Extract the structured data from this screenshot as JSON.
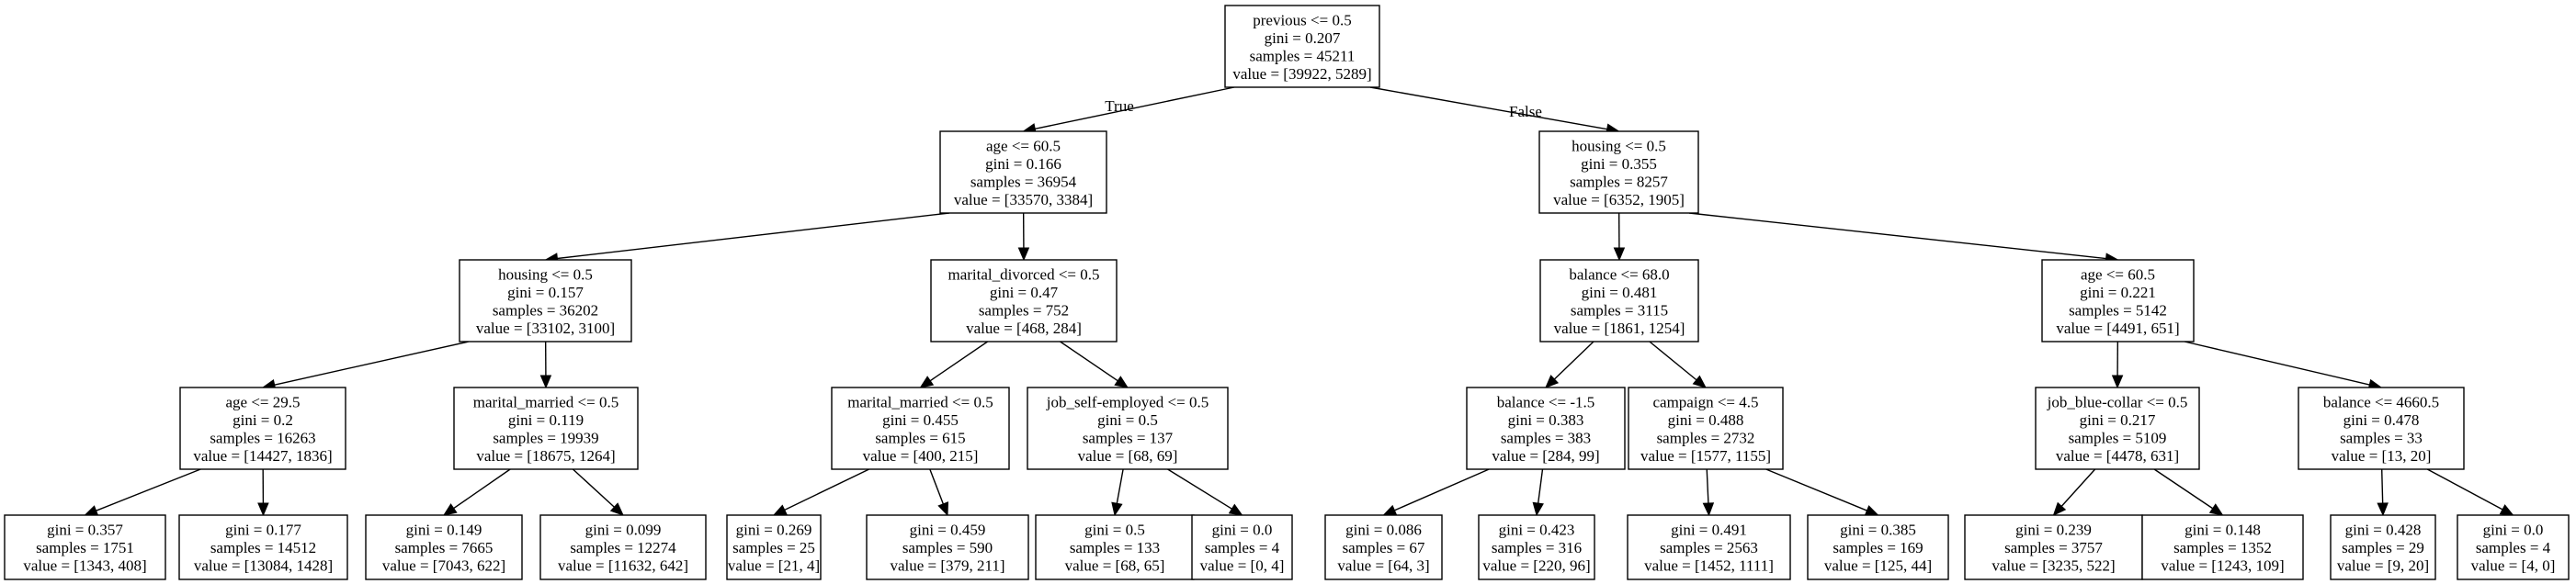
{
  "tree": {
    "nodes": [
      {
        "id": "n0",
        "lines": [
          "previous <= 0.5",
          "gini = 0.207",
          "samples = 45211",
          "value = [39922, 5289]"
        ]
      },
      {
        "id": "n1",
        "lines": [
          "age <= 60.5",
          "gini = 0.166",
          "samples = 36954",
          "value = [33570, 3384]"
        ]
      },
      {
        "id": "n2",
        "lines": [
          "housing <= 0.5",
          "gini = 0.355",
          "samples = 8257",
          "value = [6352, 1905]"
        ]
      },
      {
        "id": "n3",
        "lines": [
          "housing <= 0.5",
          "gini = 0.157",
          "samples = 36202",
          "value = [33102, 3100]"
        ]
      },
      {
        "id": "n4",
        "lines": [
          "marital_divorced <= 0.5",
          "gini = 0.47",
          "samples = 752",
          "value = [468, 284]"
        ]
      },
      {
        "id": "n5",
        "lines": [
          "balance <= 68.0",
          "gini = 0.481",
          "samples = 3115",
          "value = [1861, 1254]"
        ]
      },
      {
        "id": "n6",
        "lines": [
          "age <= 60.5",
          "gini = 0.221",
          "samples = 5142",
          "value = [4491, 651]"
        ]
      },
      {
        "id": "n7",
        "lines": [
          "age <= 29.5",
          "gini = 0.2",
          "samples = 16263",
          "value = [14427, 1836]"
        ]
      },
      {
        "id": "n8",
        "lines": [
          "marital_married <= 0.5",
          "gini = 0.119",
          "samples = 19939",
          "value = [18675, 1264]"
        ]
      },
      {
        "id": "n9",
        "lines": [
          "marital_married <= 0.5",
          "gini = 0.455",
          "samples = 615",
          "value = [400, 215]"
        ]
      },
      {
        "id": "n10",
        "lines": [
          "job_self-employed <= 0.5",
          "gini = 0.5",
          "samples = 137",
          "value = [68, 69]"
        ]
      },
      {
        "id": "n11",
        "lines": [
          "balance <= -1.5",
          "gini = 0.383",
          "samples = 383",
          "value = [284, 99]"
        ]
      },
      {
        "id": "n12",
        "lines": [
          "campaign <= 4.5",
          "gini = 0.488",
          "samples = 2732",
          "value = [1577, 1155]"
        ]
      },
      {
        "id": "n13",
        "lines": [
          "job_blue-collar <= 0.5",
          "gini = 0.217",
          "samples = 5109",
          "value = [4478, 631]"
        ]
      },
      {
        "id": "n14",
        "lines": [
          "balance <= 4660.5",
          "gini = 0.478",
          "samples = 33",
          "value = [13, 20]"
        ]
      },
      {
        "id": "n15",
        "lines": [
          "gini = 0.357",
          "samples = 1751",
          "value = [1343, 408]"
        ]
      },
      {
        "id": "n16",
        "lines": [
          "gini = 0.177",
          "samples = 14512",
          "value = [13084, 1428]"
        ]
      },
      {
        "id": "n17",
        "lines": [
          "gini = 0.149",
          "samples = 7665",
          "value = [7043, 622]"
        ]
      },
      {
        "id": "n18",
        "lines": [
          "gini = 0.099",
          "samples = 12274",
          "value = [11632, 642]"
        ]
      },
      {
        "id": "n19",
        "lines": [
          "gini = 0.269",
          "samples = 25",
          "value = [21, 4]"
        ]
      },
      {
        "id": "n20",
        "lines": [
          "gini = 0.459",
          "samples = 590",
          "value = [379, 211]"
        ]
      },
      {
        "id": "n21",
        "lines": [
          "gini = 0.5",
          "samples = 133",
          "value = [68, 65]"
        ]
      },
      {
        "id": "n22",
        "lines": [
          "gini = 0.0",
          "samples = 4",
          "value = [0, 4]"
        ]
      },
      {
        "id": "n23",
        "lines": [
          "gini = 0.086",
          "samples = 67",
          "value = [64, 3]"
        ]
      },
      {
        "id": "n24",
        "lines": [
          "gini = 0.423",
          "samples = 316",
          "value = [220, 96]"
        ]
      },
      {
        "id": "n25",
        "lines": [
          "gini = 0.491",
          "samples = 2563",
          "value = [1452, 1111]"
        ]
      },
      {
        "id": "n26",
        "lines": [
          "gini = 0.385",
          "samples = 169",
          "value = [125, 44]"
        ]
      },
      {
        "id": "n27",
        "lines": [
          "gini = 0.239",
          "samples = 3757",
          "value = [3235, 522]"
        ]
      },
      {
        "id": "n28",
        "lines": [
          "gini = 0.148",
          "samples = 1352",
          "value = [1243, 109]"
        ]
      },
      {
        "id": "n29",
        "lines": [
          "gini = 0.428",
          "samples = 29",
          "value = [9, 20]"
        ]
      },
      {
        "id": "n30",
        "lines": [
          "gini = 0.0",
          "samples = 4",
          "value = [4, 0]"
        ]
      }
    ],
    "edges": [
      {
        "from": "n0",
        "to": "n1",
        "label": "True"
      },
      {
        "from": "n0",
        "to": "n2",
        "label": "False"
      },
      {
        "from": "n1",
        "to": "n3"
      },
      {
        "from": "n1",
        "to": "n4"
      },
      {
        "from": "n2",
        "to": "n5"
      },
      {
        "from": "n2",
        "to": "n6"
      },
      {
        "from": "n3",
        "to": "n7"
      },
      {
        "from": "n3",
        "to": "n8"
      },
      {
        "from": "n4",
        "to": "n9"
      },
      {
        "from": "n4",
        "to": "n10"
      },
      {
        "from": "n5",
        "to": "n11"
      },
      {
        "from": "n5",
        "to": "n12"
      },
      {
        "from": "n6",
        "to": "n13"
      },
      {
        "from": "n6",
        "to": "n14"
      },
      {
        "from": "n7",
        "to": "n15"
      },
      {
        "from": "n7",
        "to": "n16"
      },
      {
        "from": "n8",
        "to": "n17"
      },
      {
        "from": "n8",
        "to": "n18"
      },
      {
        "from": "n9",
        "to": "n19"
      },
      {
        "from": "n9",
        "to": "n20"
      },
      {
        "from": "n10",
        "to": "n21"
      },
      {
        "from": "n10",
        "to": "n22"
      },
      {
        "from": "n11",
        "to": "n23"
      },
      {
        "from": "n11",
        "to": "n24"
      },
      {
        "from": "n12",
        "to": "n25"
      },
      {
        "from": "n12",
        "to": "n26"
      },
      {
        "from": "n13",
        "to": "n27"
      },
      {
        "from": "n13",
        "to": "n28"
      },
      {
        "from": "n14",
        "to": "n29"
      },
      {
        "from": "n14",
        "to": "n30"
      }
    ]
  }
}
